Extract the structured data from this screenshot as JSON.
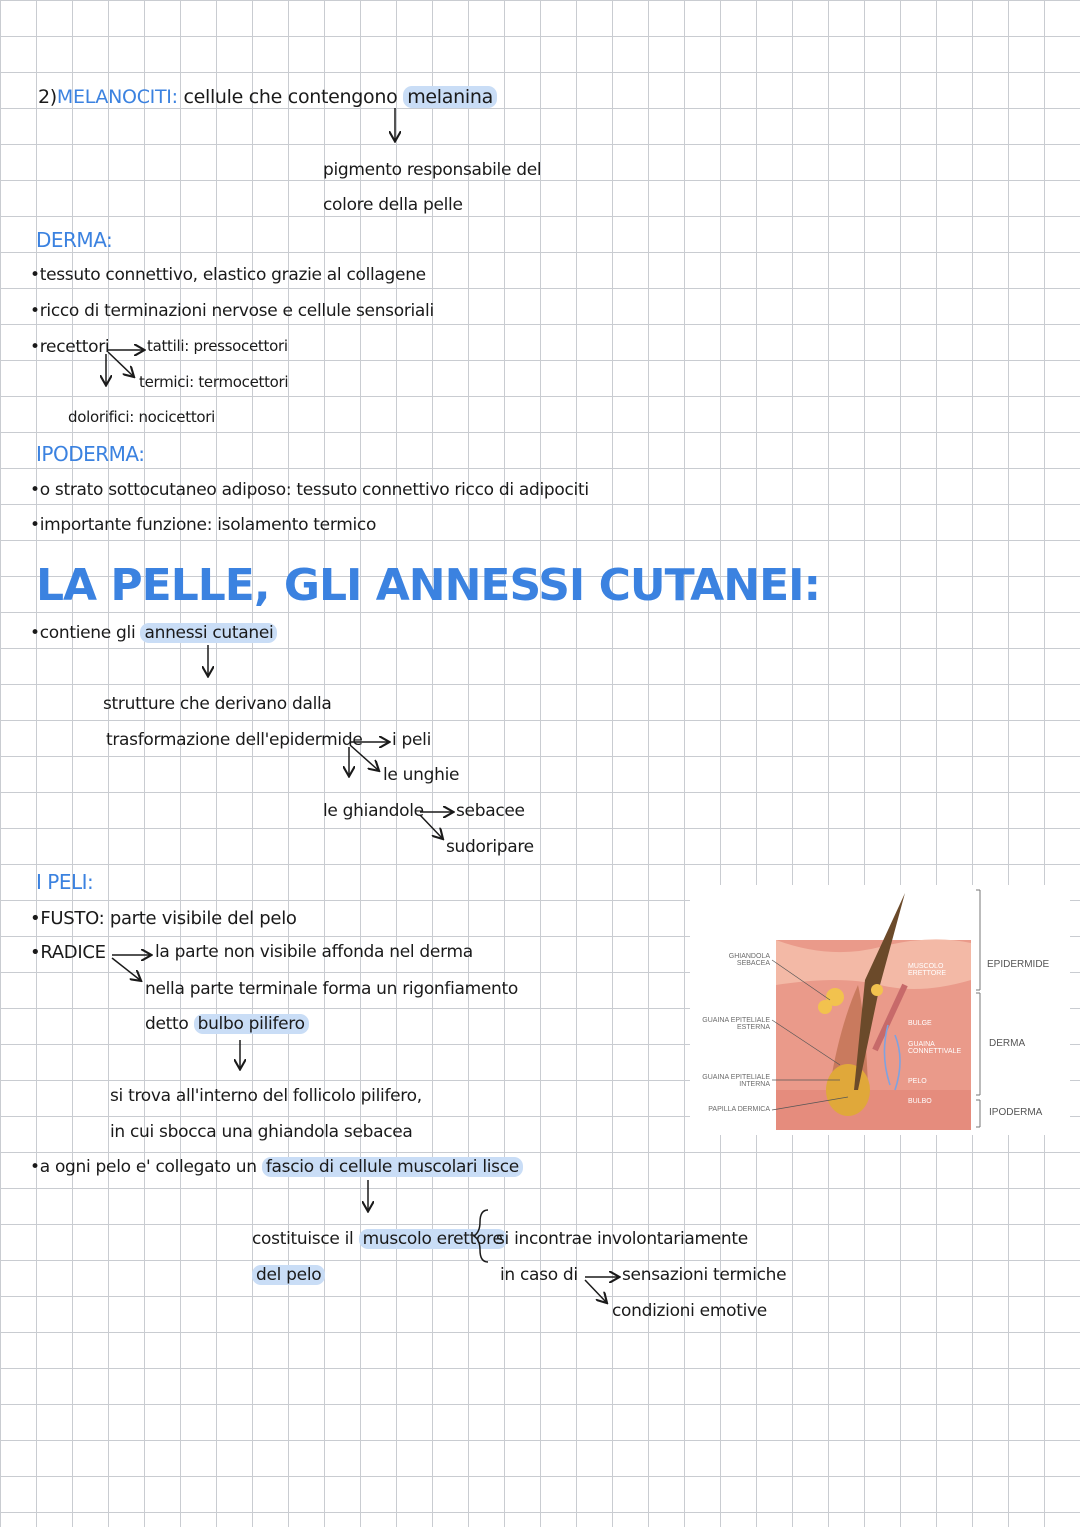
{
  "melanociti": {
    "num": "2)",
    "term": "MELANOCITI:",
    "text": "cellule che contengono",
    "highlight": "melanina",
    "expl1": "pigmento responsabile del",
    "expl2": "colore della pelle"
  },
  "derma": {
    "heading": "DERMA:",
    "b1": "•tessuto connettivo, elastico grazie al collagene",
    "b2": "•ricco di terminazioni nervose e cellule sensoriali",
    "b3": "•recettori",
    "tattili": "tattili: pressocettori",
    "termici": "termici: termocettori",
    "dolorifici": "dolorifici: nocicettori"
  },
  "ipoderma": {
    "heading": "IPODERMA:",
    "b1": "•o strato sottocutaneo adiposo: tessuto connettivo ricco di adipociti",
    "b2": "•importante funzione: isolamento termico"
  },
  "title": "LA PELLE, GLI ANNESSI CUTANEI:",
  "annessi": {
    "b1": "•contiene gli",
    "highlight": "annessi cutanei",
    "def1": "strutture che derivano dalla",
    "def2": "trasformazione dell'epidermide",
    "peli": "i peli",
    "unghie": "le unghie",
    "ghiandole": "le ghiandole",
    "sebacee": "sebacee",
    "sudoripare": "sudoripare"
  },
  "peli": {
    "heading": "I PELI:",
    "fusto_label": "•FUSTO:",
    "fusto_text": "parte visibile del pelo",
    "radice_label": "•RADICE",
    "radice1": "la parte non visibile affonda nel derma",
    "radice2": "nella parte terminale forma un rigonfiamento",
    "radice3": "detto",
    "bulbo": "bulbo pilifero",
    "follicolo1": "si trova all'interno del follicolo pilifero,",
    "follicolo2": "in cui sbocca una ghiandola sebacea",
    "b3": "•a ogni pelo e' collegato un",
    "fascio": "fascio di cellule muscolari lisce",
    "costituisce": "costituisce il",
    "muscolo": "muscolo erettore",
    "delpelo": "del pelo",
    "contrae": "si incontrae involontariamente",
    "incaso": "in caso di",
    "sensazioni": "sensazioni termiche",
    "condizioni": "condizioni emotive"
  },
  "diagram": {
    "labels_left": [
      "GHIANDOLA SEBACEA",
      "GUAINA EPITELIALE ESTERNA",
      "GUAINA EPITELIALE INTERNA",
      "PAPILLA DERMICA"
    ],
    "labels_right": [
      "MUSCOLO ERETTORE",
      "BULGE",
      "GUAINA CONNETTIVALE",
      "PELO",
      "BULBO"
    ],
    "layers": [
      "EPIDERMIDE",
      "DERMA",
      "IPODERMA"
    ],
    "colors": {
      "skin_top": "#f3b9a6",
      "skin_mid": "#ea9a8a",
      "hair": "#6b4a2a",
      "bulb": "#e0a83a",
      "gland": "#f2c24e",
      "vessel": "#7ea2e0"
    }
  }
}
